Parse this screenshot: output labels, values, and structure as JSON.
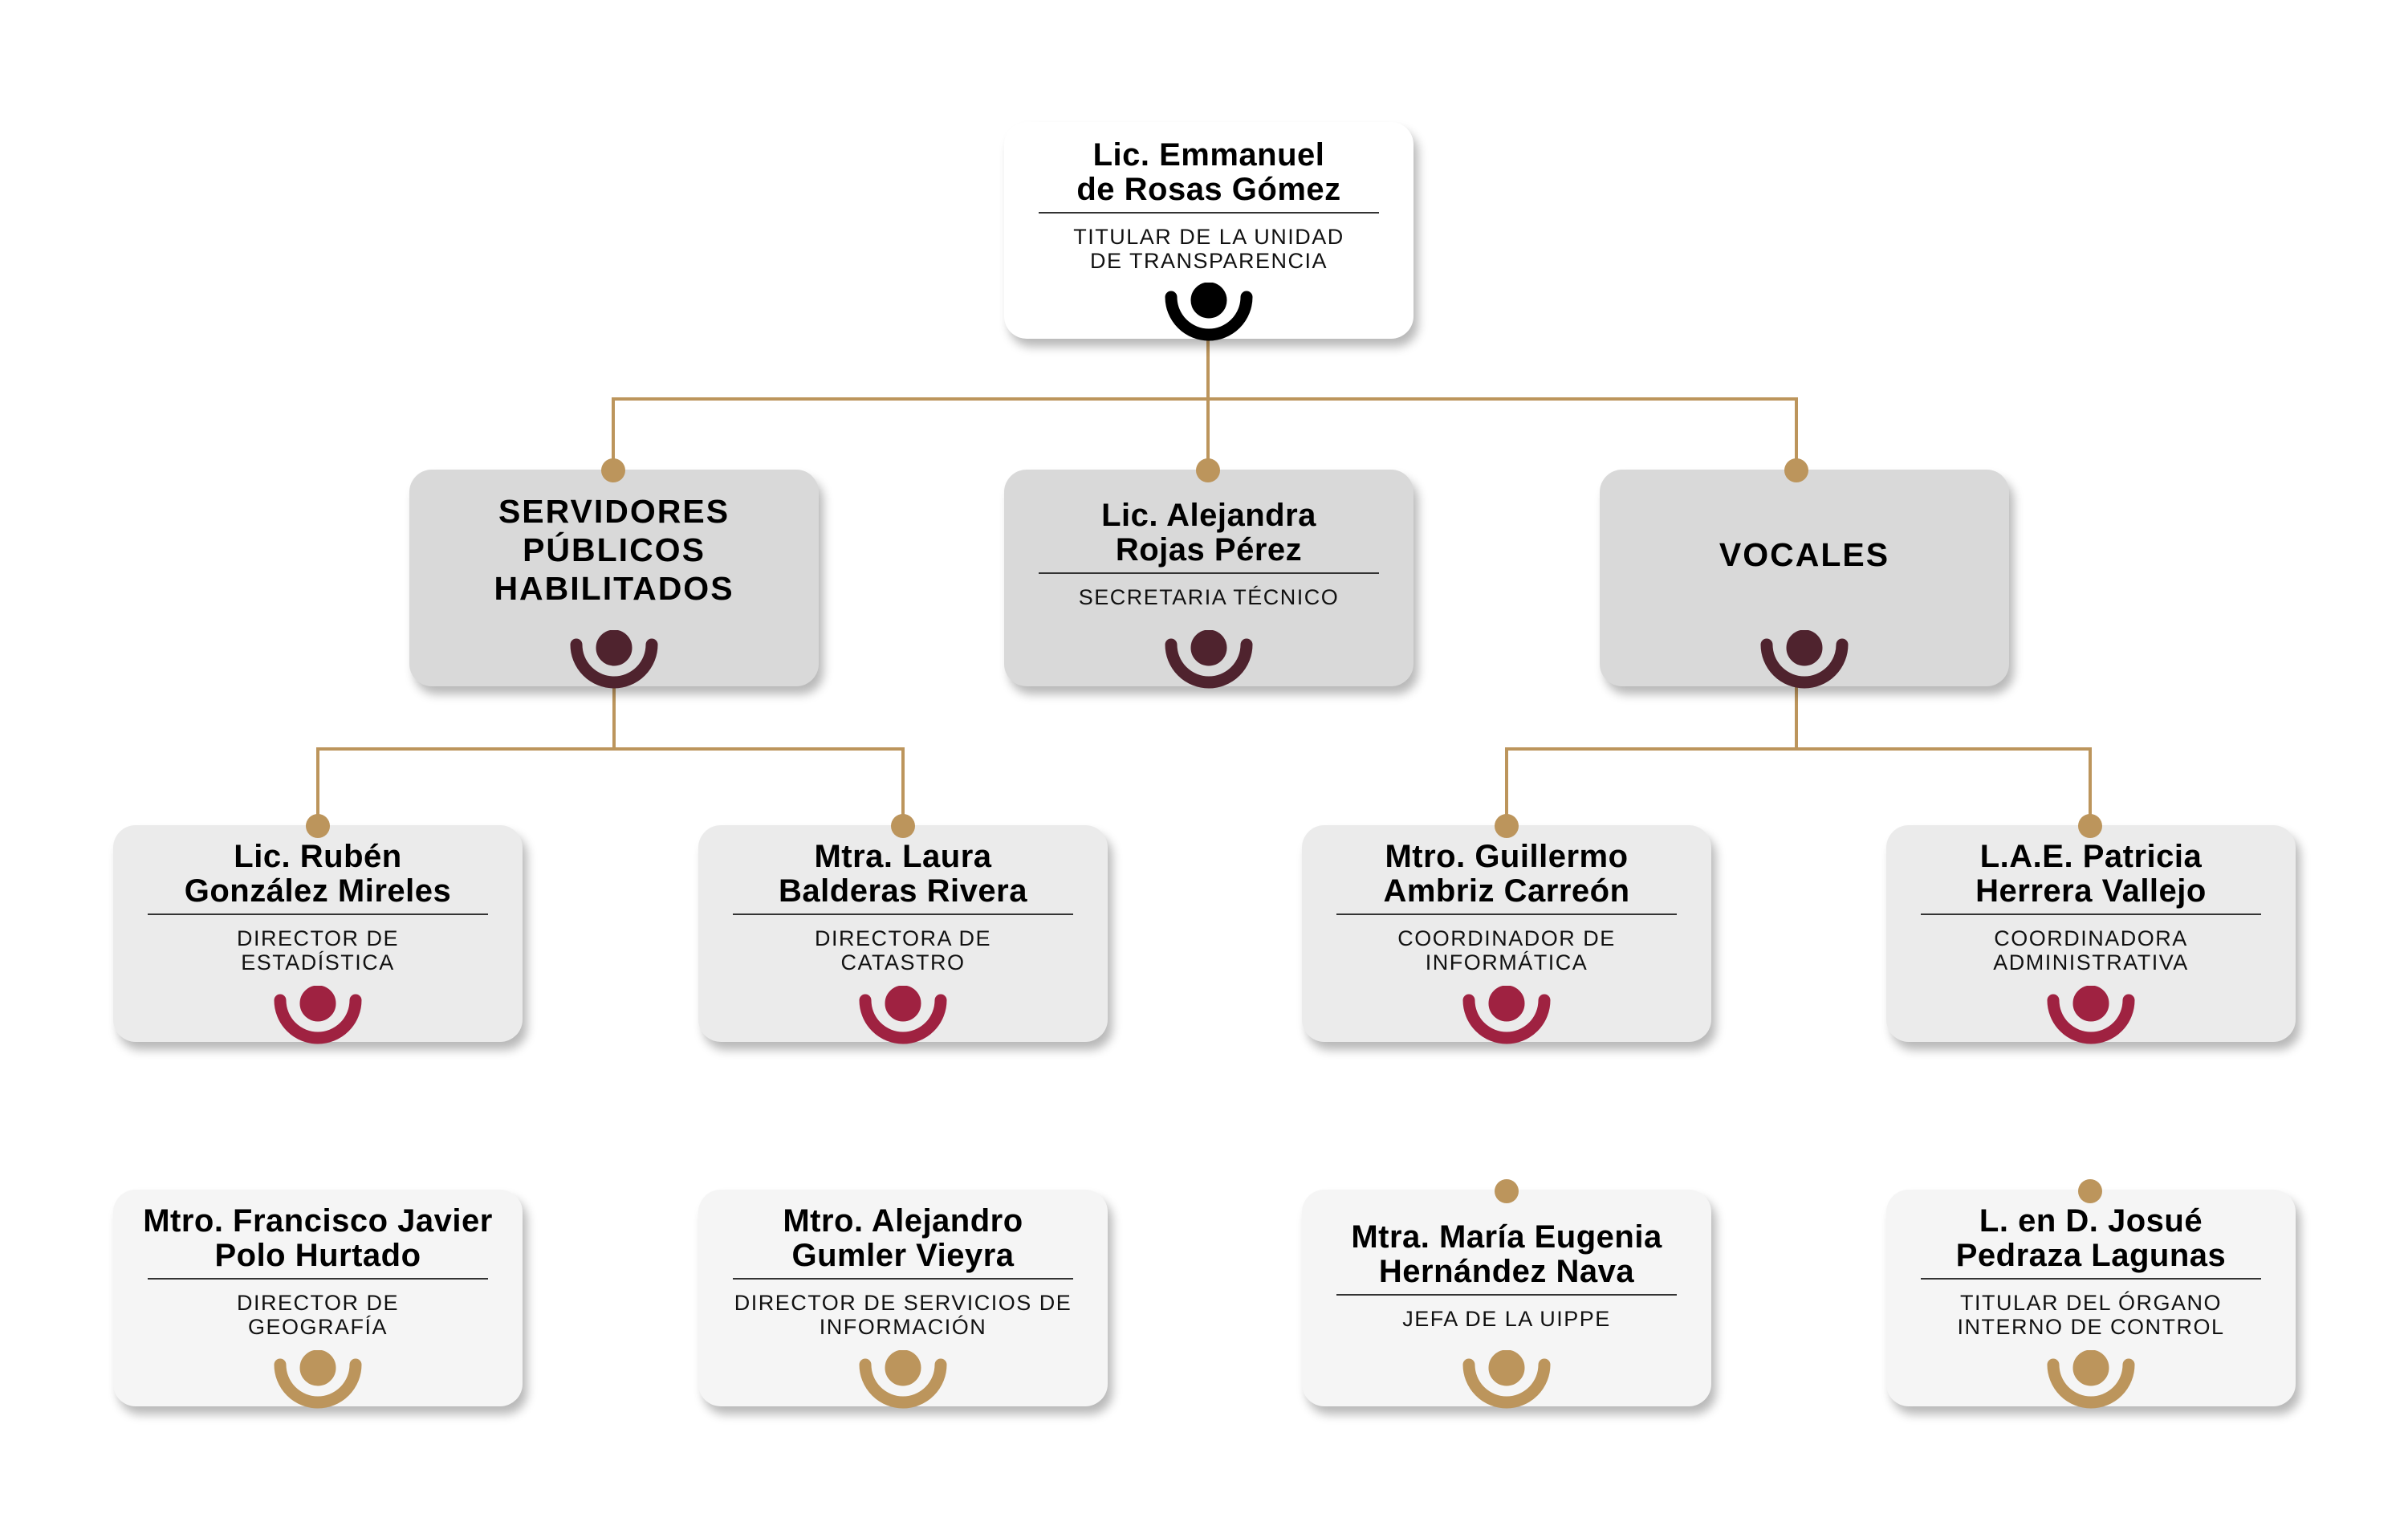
{
  "colors": {
    "connector": "#bc955c",
    "icon_top": "#000000",
    "icon_level2": "#4f232e",
    "icon_level3": "#9f2241",
    "icon_level4": "#bc955c"
  },
  "head": {
    "name": "Lic. Emmanuel\nde Rosas Gómez",
    "role": "TITULAR DE LA UNIDAD\nDE TRANSPARENCIA",
    "icon": "person-icon"
  },
  "level2": {
    "servidores": {
      "title": "SERVIDORES\nPÚBLICOS\nHABILITADOS",
      "icon": "person-icon"
    },
    "secretaria": {
      "name": "Lic. Alejandra\nRojas Pérez",
      "role": "SECRETARIA TÉCNICO",
      "icon": "person-icon"
    },
    "vocales": {
      "title": "VOCALES",
      "icon": "person-icon"
    }
  },
  "servidores_members": [
    {
      "name": "Lic. Rubén\nGonzález Mireles",
      "role": "DIRECTOR DE\nESTADÍSTICA"
    },
    {
      "name": "Mtra. Laura\nBalderas Rivera",
      "role": "DIRECTORA DE\nCATASTRO"
    },
    {
      "name": "Mtro. Francisco Javier\nPolo Hurtado",
      "role": "DIRECTOR DE\nGEOGRAFÍA"
    },
    {
      "name": "Mtro. Alejandro\nGumler Vieyra",
      "role": "DIRECTOR DE SERVICIOS DE\nINFORMACIÓN"
    }
  ],
  "vocales_members": [
    {
      "name": "Mtro. Guillermo\nAmbriz Carreón",
      "role": "COORDINADOR DE\nINFORMÁTICA"
    },
    {
      "name": "L.A.E. Patricia\nHerrera Vallejo",
      "role": "COORDINADORA\nADMINISTRATIVA"
    },
    {
      "name": "Mtra. María Eugenia\nHernández Nava",
      "role": "JEFA DE LA UIPPE"
    },
    {
      "name": "L. en D. Josué\nPedraza Lagunas",
      "role": "TITULAR DEL ÓRGANO\nINTERNO DE CONTROL"
    }
  ]
}
